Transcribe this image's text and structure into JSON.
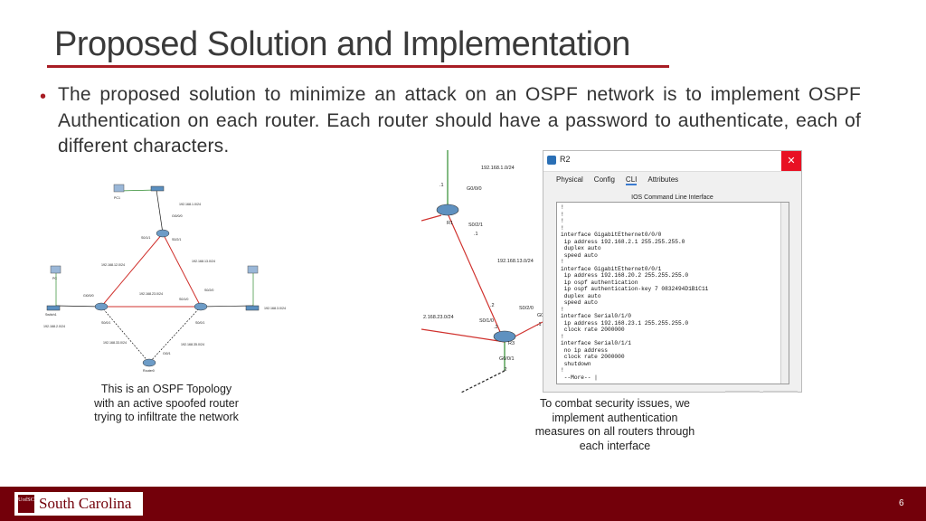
{
  "slide": {
    "title": "Proposed Solution and Implementation",
    "bullet": "The proposed solution to minimize an attack on an OSPF network is to implement OSPF Authentication on each router. Each router should have a password to authenticate, each of different characters.",
    "page_number": "6",
    "accent_color": "#a81d24",
    "footer_color": "#73000a"
  },
  "captions": {
    "left": "This is an OSPF Topology with an active spoofed router trying to infiltrate the network",
    "right": "To combat security issues, we implement authentication measures on all routers through each interface"
  },
  "logo": {
    "seal": "UofSC",
    "name": "South Carolina"
  },
  "topology_left": {
    "labels": [
      "PC1",
      "192.168.1.0/24",
      "Gi0/0/0",
      "S0/1/1",
      "S0/2/1",
      "192.168.12.0/24",
      "192.168.13.0/24",
      "Gi0/0/0",
      "S0/2/0",
      "192.168.23.0/24",
      "S0/1/0",
      "PC",
      "Switch1",
      "192.168.2.0/24",
      "192.168.3.0/24",
      "S0/0/1",
      "S0/0/1",
      "192.168.33.0/24",
      "192.168.35.0/24",
      "Gi0/1",
      "Router0"
    ]
  },
  "topology_zoom": {
    "labels": [
      "192.168.1.0/24",
      ".1",
      "G0/0/0",
      "R1",
      "S0/2/1",
      ".1",
      "192.168.13.0/24",
      ".2",
      "S0/2/0",
      "2.168.23.0/24",
      "S0/1/0",
      ".2",
      "R3",
      "G0/0/1",
      ".2",
      ".1",
      "G0"
    ]
  },
  "cli_window": {
    "title": "R2",
    "close_glyph": "✕",
    "tabs": [
      "Physical",
      "Config",
      "CLI",
      "Attributes"
    ],
    "active_tab": "CLI",
    "heading": "IOS Command Line Interface",
    "lines": [
      "!",
      "!",
      "!",
      "!",
      "interface GigabitEthernet0/0/0",
      " ip address 192.168.2.1 255.255.255.0",
      " duplex auto",
      " speed auto",
      "!",
      "interface GigabitEthernet0/0/1",
      " ip address 192.168.20.2 255.255.255.0",
      " ip ospf authentication",
      " ip ospf authentication-key 7 0832494D1B1C11",
      " duplex auto",
      " speed auto",
      "!",
      "interface Serial0/1/0",
      " ip address 192.168.23.1 255.255.255.0",
      " clock rate 2000000",
      "!",
      "interface Serial0/1/1",
      " no ip address",
      " clock rate 2000000",
      " shutdown",
      "!",
      " --More-- |"
    ]
  }
}
